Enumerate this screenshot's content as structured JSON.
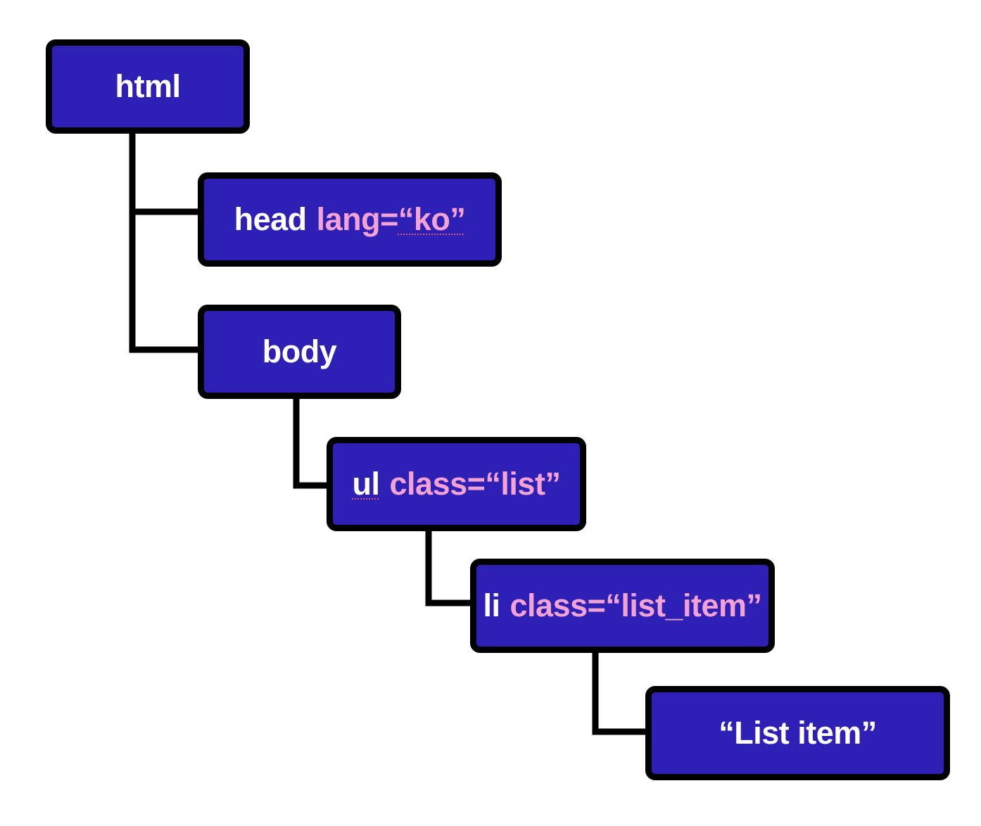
{
  "colors": {
    "node_fill": "#2e1fb5",
    "node_border": "#000000",
    "tag_text": "#ffffff",
    "attr_text": "#f2a3d3",
    "connector": "#000000"
  },
  "nodes": {
    "html": {
      "tag": "html"
    },
    "head": {
      "tag": "head",
      "attr_name": "lang=",
      "attr_value": "“ko”"
    },
    "body": {
      "tag": "body"
    },
    "ul": {
      "tag": "ul",
      "attr_name": "class=",
      "attr_value": "“list”"
    },
    "li": {
      "tag": "li",
      "attr_name": "class=",
      "attr_value": "“list_item”"
    },
    "text": {
      "tag": "“List item”"
    }
  },
  "edges": [
    {
      "from": "html",
      "to": "head"
    },
    {
      "from": "html",
      "to": "body"
    },
    {
      "from": "body",
      "to": "ul"
    },
    {
      "from": "ul",
      "to": "li"
    },
    {
      "from": "li",
      "to": "text"
    }
  ]
}
